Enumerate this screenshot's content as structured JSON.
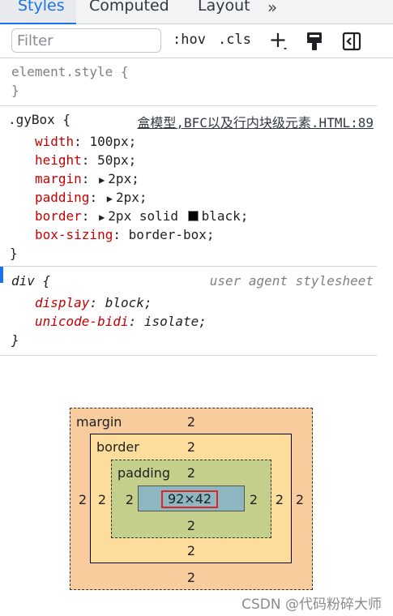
{
  "tabs": [
    "Styles",
    "Computed",
    "Layout"
  ],
  "more_tabs": "»",
  "toolbar": {
    "filter_placeholder": "Filter",
    "hov": ":hov",
    "cls": ".cls"
  },
  "rules": {
    "element_style": {
      "selector": "element.style {",
      "close": "}"
    },
    "gybox": {
      "selector": ".gyBox {",
      "source": "盒模型,BFC以及行内块级元素.HTML:89",
      "declarations": [
        {
          "prop": "width",
          "value": "100px;"
        },
        {
          "prop": "height",
          "value": "50px;"
        },
        {
          "prop": "margin",
          "value": "2px;"
        },
        {
          "prop": "padding",
          "value": "2px;"
        },
        {
          "prop": "border",
          "value": "2px solid",
          "value2": "black;"
        },
        {
          "prop": "box-sizing",
          "value": "border-box;"
        }
      ],
      "close": "}"
    },
    "div_ua": {
      "selector": "div {",
      "source": "user agent stylesheet",
      "declarations": [
        {
          "prop": "display",
          "value": "block;"
        },
        {
          "prop": "unicode-bidi",
          "value": "isolate;"
        }
      ],
      "close": "}"
    }
  },
  "box_model": {
    "margin_label": "margin",
    "border_label": "border",
    "padding_label": "padding",
    "content": "92×42",
    "margin": {
      "top": "2",
      "right": "2",
      "bottom": "2",
      "left": "2"
    },
    "border": {
      "top": "2",
      "right": "2",
      "bottom": "2",
      "left": "2"
    },
    "padding": {
      "top": "2",
      "right": "2",
      "bottom": "2",
      "left": "2"
    },
    "colors": {
      "margin": "#f9cc9d",
      "border": "#fddd9b",
      "padding": "#c3cf8a",
      "content": "#8cb6c0",
      "highlight": "#e02424"
    }
  },
  "watermark": "CSDN @代码粉碎大师"
}
